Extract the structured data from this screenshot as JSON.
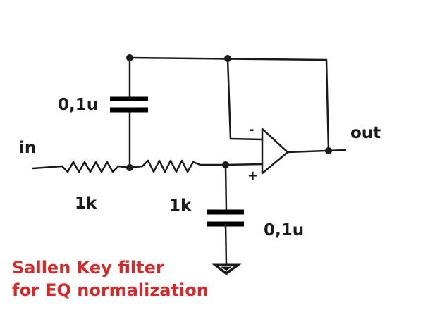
{
  "diagram": {
    "labels": {
      "input": "in",
      "output": "out",
      "r1": "1k",
      "r2": "1k",
      "c1": "0,1u",
      "c2": "0,1u",
      "opamp_minus": "-",
      "opamp_plus": "+"
    },
    "caption": {
      "line1": "Sallen Key filter",
      "line2": "for EQ normalization",
      "color": "#d42a2a"
    },
    "colors": {
      "wire": "#1a1a1a",
      "background": "#ffffff"
    }
  }
}
